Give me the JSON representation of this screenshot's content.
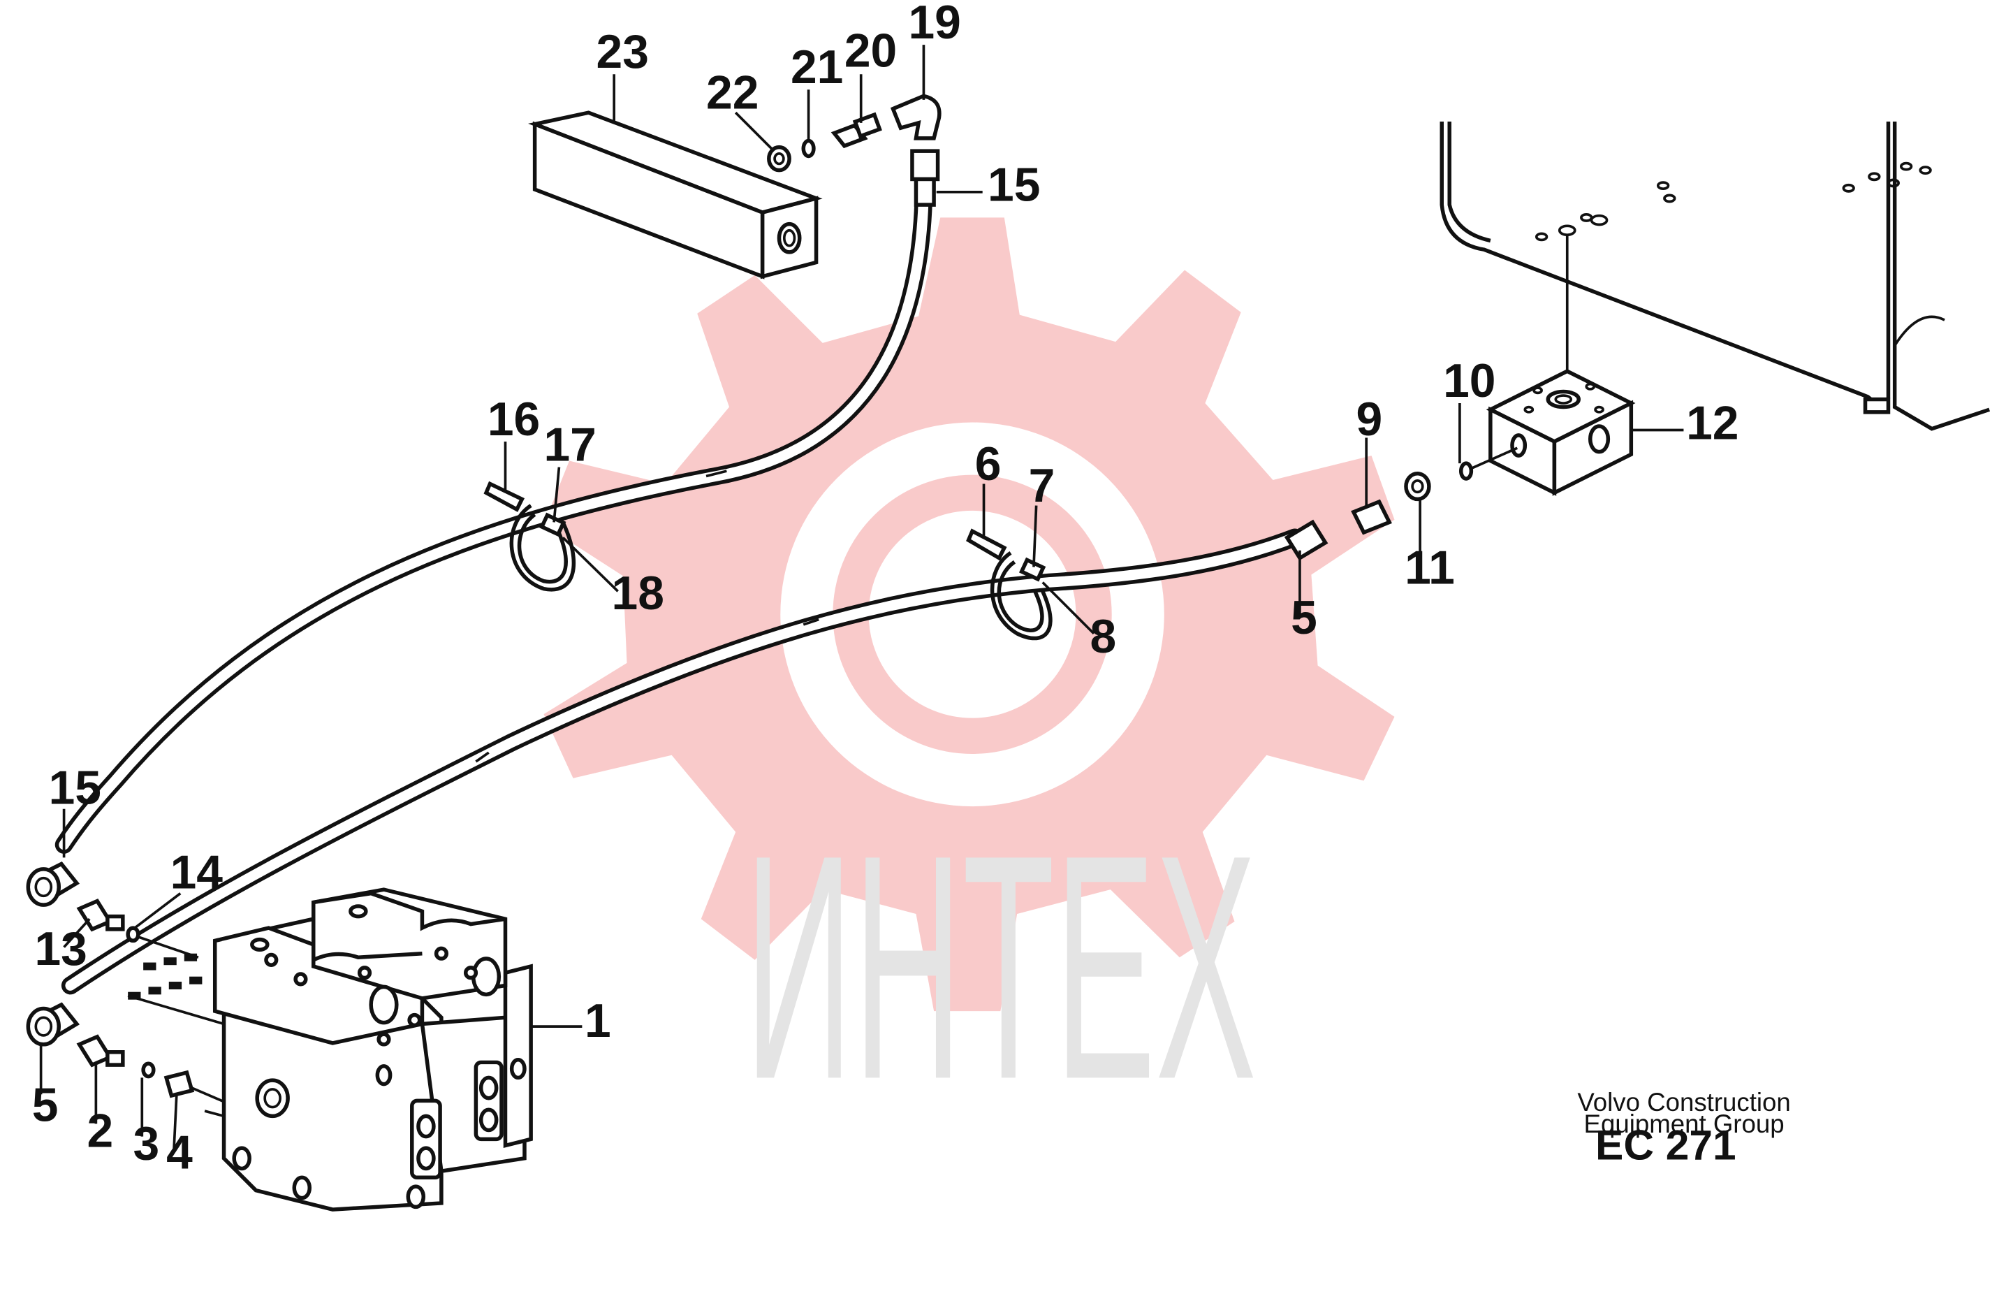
{
  "watermark": {
    "text": "ИНТЕХ",
    "gear_color": "#f7b8b8",
    "text_color": "#e4e4e4"
  },
  "callouts": [
    {
      "id": "23",
      "label": "23"
    },
    {
      "id": "22",
      "label": "22"
    },
    {
      "id": "21",
      "label": "21"
    },
    {
      "id": "20",
      "label": "20"
    },
    {
      "id": "19",
      "label": "19"
    },
    {
      "id": "15a",
      "label": "15"
    },
    {
      "id": "16",
      "label": "16"
    },
    {
      "id": "17",
      "label": "17"
    },
    {
      "id": "18",
      "label": "18"
    },
    {
      "id": "6",
      "label": "6"
    },
    {
      "id": "7",
      "label": "7"
    },
    {
      "id": "8",
      "label": "8"
    },
    {
      "id": "5a",
      "label": "5"
    },
    {
      "id": "9",
      "label": "9"
    },
    {
      "id": "10",
      "label": "10"
    },
    {
      "id": "11",
      "label": "11"
    },
    {
      "id": "12",
      "label": "12"
    },
    {
      "id": "15b",
      "label": "15"
    },
    {
      "id": "14",
      "label": "14"
    },
    {
      "id": "13",
      "label": "13"
    },
    {
      "id": "1",
      "label": "1"
    },
    {
      "id": "5b",
      "label": "5"
    },
    {
      "id": "2",
      "label": "2"
    },
    {
      "id": "3",
      "label": "3"
    },
    {
      "id": "4",
      "label": "4"
    }
  ],
  "credit": {
    "line1": "Volvo Construction",
    "line2": "Equipment Group",
    "code": "EC 271"
  }
}
